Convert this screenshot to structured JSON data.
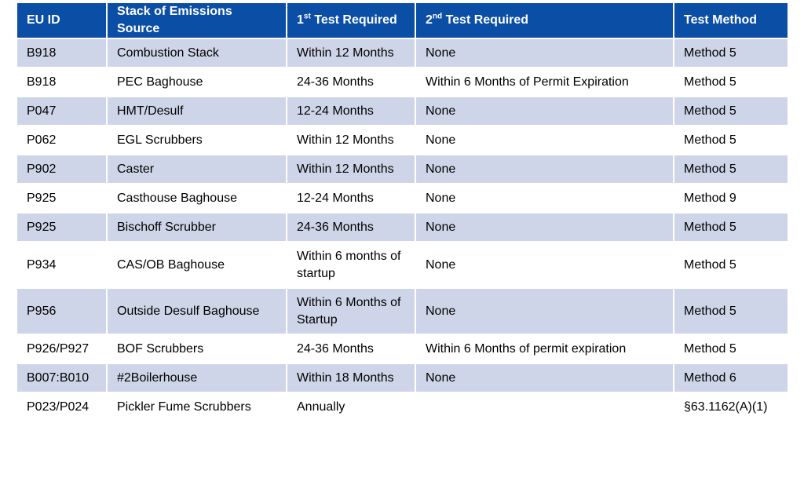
{
  "table": {
    "headers": [
      {
        "text": "EU ID"
      },
      {
        "text": "Stack of Emissions Source"
      },
      {
        "text": "1",
        "sup": "st",
        "rest": " Test Required"
      },
      {
        "text": "2",
        "sup": "nd",
        "rest": " Test Required"
      },
      {
        "text": "Test Method"
      }
    ],
    "rows": [
      [
        "B918",
        "Combustion Stack",
        "Within 12 Months",
        "None",
        "Method 5"
      ],
      [
        "B918",
        "PEC Baghouse",
        "24-36 Months",
        "Within 6 Months of Permit Expiration",
        "Method 5"
      ],
      [
        "P047",
        "HMT/Desulf",
        "12-24 Months",
        "None",
        "Method 5"
      ],
      [
        "P062",
        "EGL Scrubbers",
        "Within 12 Months",
        "None",
        "Method 5"
      ],
      [
        "P902",
        "Caster",
        "Within 12 Months",
        "None",
        "Method 5"
      ],
      [
        "P925",
        "Casthouse Baghouse",
        "12-24 Months",
        "None",
        "Method 9"
      ],
      [
        "P925",
        "Bischoff Scrubber",
        "24-36 Months",
        "None",
        "Method 5"
      ],
      [
        "P934",
        "CAS/OB Baghouse",
        "Within 6 months of startup",
        "None",
        "Method 5"
      ],
      [
        "P956",
        "Outside Desulf Baghouse",
        "Within 6 Months of Startup",
        "None",
        "Method 5"
      ],
      [
        "P926/P927",
        "BOF Scrubbers",
        "24-36 Months",
        "Within 6 Months of permit expiration",
        "Method 5"
      ],
      [
        "B007:B010",
        "#2Boilerhouse",
        "Within 18 Months",
        "None",
        "Method 6"
      ],
      [
        "P023/P024",
        "Pickler Fume Scrubbers",
        "Annually",
        "",
        "§63.1162(A)(1)"
      ]
    ],
    "tall_rows": [
      7,
      8
    ]
  },
  "colors": {
    "header_bg": "#0a4ea5",
    "header_text": "#ffffff",
    "band_bg": "#cfd5e8",
    "row_bg": "#ffffff"
  }
}
